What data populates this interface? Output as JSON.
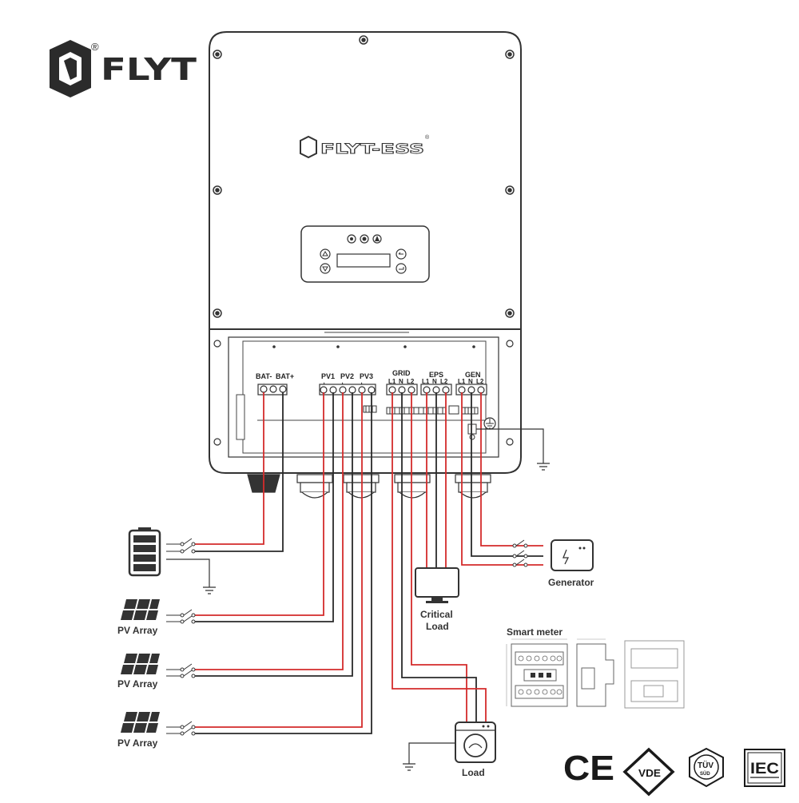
{
  "brand": {
    "name": "FLYT",
    "registered_mark": "®",
    "product_name": "FLYT-ESS",
    "product_registered_mark": "®"
  },
  "terminals": {
    "bat_neg": "BAT-",
    "bat_pos": "BAT+",
    "pv1": "PV1",
    "pv2": "PV2",
    "pv3": "PV3",
    "plus": "+",
    "minus": "-",
    "grid": "GRID",
    "eps": "EPS",
    "gen": "GEN",
    "l1": "L1",
    "n": "N",
    "l2": "L2"
  },
  "components": {
    "pv_array_label": "PV Array",
    "generator_label": "Generator",
    "critical_load_line1": "Critical",
    "critical_load_line2": "Load",
    "smart_meter_label": "Smart meter",
    "load_label": "Load"
  },
  "certifications": {
    "ce": "CE",
    "vde": "VDE",
    "tuv_top": "TÜV",
    "tuv_bottom": "SÜD",
    "iec": "IEC"
  },
  "colors": {
    "wire_red": "#d42b2b",
    "wire_black": "#2a2a2a",
    "outline": "#333333",
    "brand_dark": "#2b2b2b"
  }
}
